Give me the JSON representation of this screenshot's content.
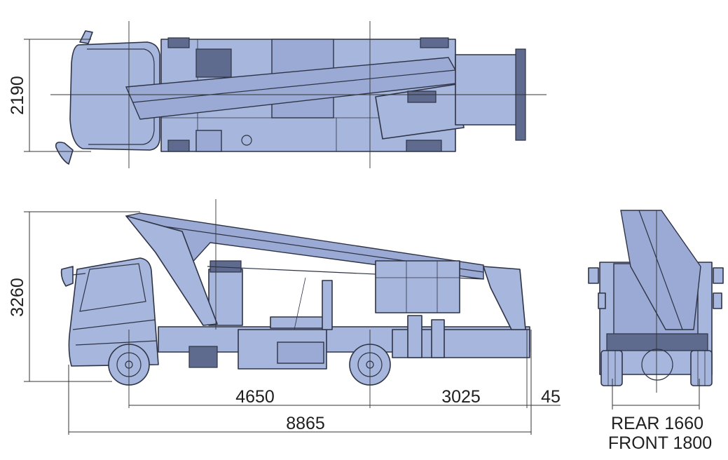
{
  "dimensions": {
    "overall_width": "2190",
    "overall_height": "3260",
    "wheelbase": "4650",
    "rear_overhang": "3025",
    "rear_extension": "45",
    "overall_length": "8865"
  },
  "track": {
    "rear": "REAR 1660",
    "front": "FRONT 1800"
  },
  "colors": {
    "body": "#a7b6dc",
    "outline": "#2e3346"
  }
}
